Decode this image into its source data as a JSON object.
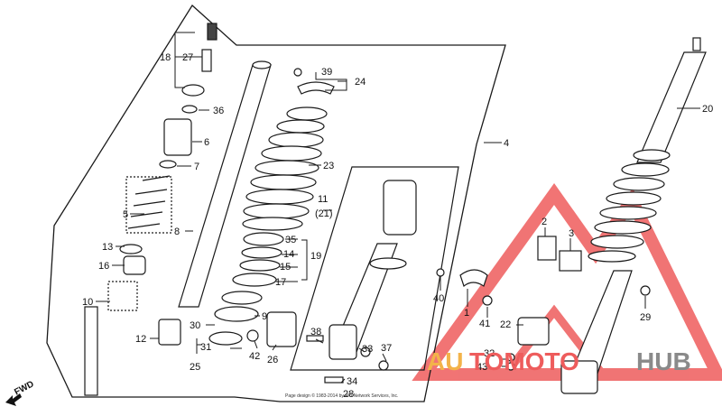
{
  "callouts": {
    "c1": "1",
    "c2": "2",
    "c3": "3",
    "c4": "4",
    "c5": "5",
    "c6": "6",
    "c7": "7",
    "c8": "8",
    "c9": "9",
    "c10": "10",
    "c11": "11",
    "c11b": "(21)",
    "c12": "12",
    "c13": "13",
    "c14": "14",
    "c15": "15",
    "c16": "16",
    "c17": "17",
    "c18": "18",
    "c19": "19",
    "c20": "20",
    "c22": "22",
    "c23": "23",
    "c24": "24",
    "c25": "25",
    "c26": "26",
    "c27": "27",
    "c28": "28",
    "c29": "29",
    "c30": "30",
    "c31": "31",
    "c32": "32",
    "c33": "33",
    "c34": "34",
    "c35": "35",
    "c36": "36",
    "c37": "37",
    "c38": "38",
    "c39": "39",
    "c40": "40",
    "c41": "41",
    "c42": "42",
    "c43": "43"
  },
  "fwd_label": "FWD",
  "copyright": "Page design © 1983-2014 by ARI Network Services, Inc.",
  "watermark": {
    "au": "AU",
    "moto": "TOMOTO",
    "hub": "HUB"
  },
  "colors": {
    "line": "#1a1a1a",
    "watermark_red": "#ee5c5c",
    "watermark_orange": "#f3b34a",
    "watermark_gray": "#8a8a8a"
  }
}
